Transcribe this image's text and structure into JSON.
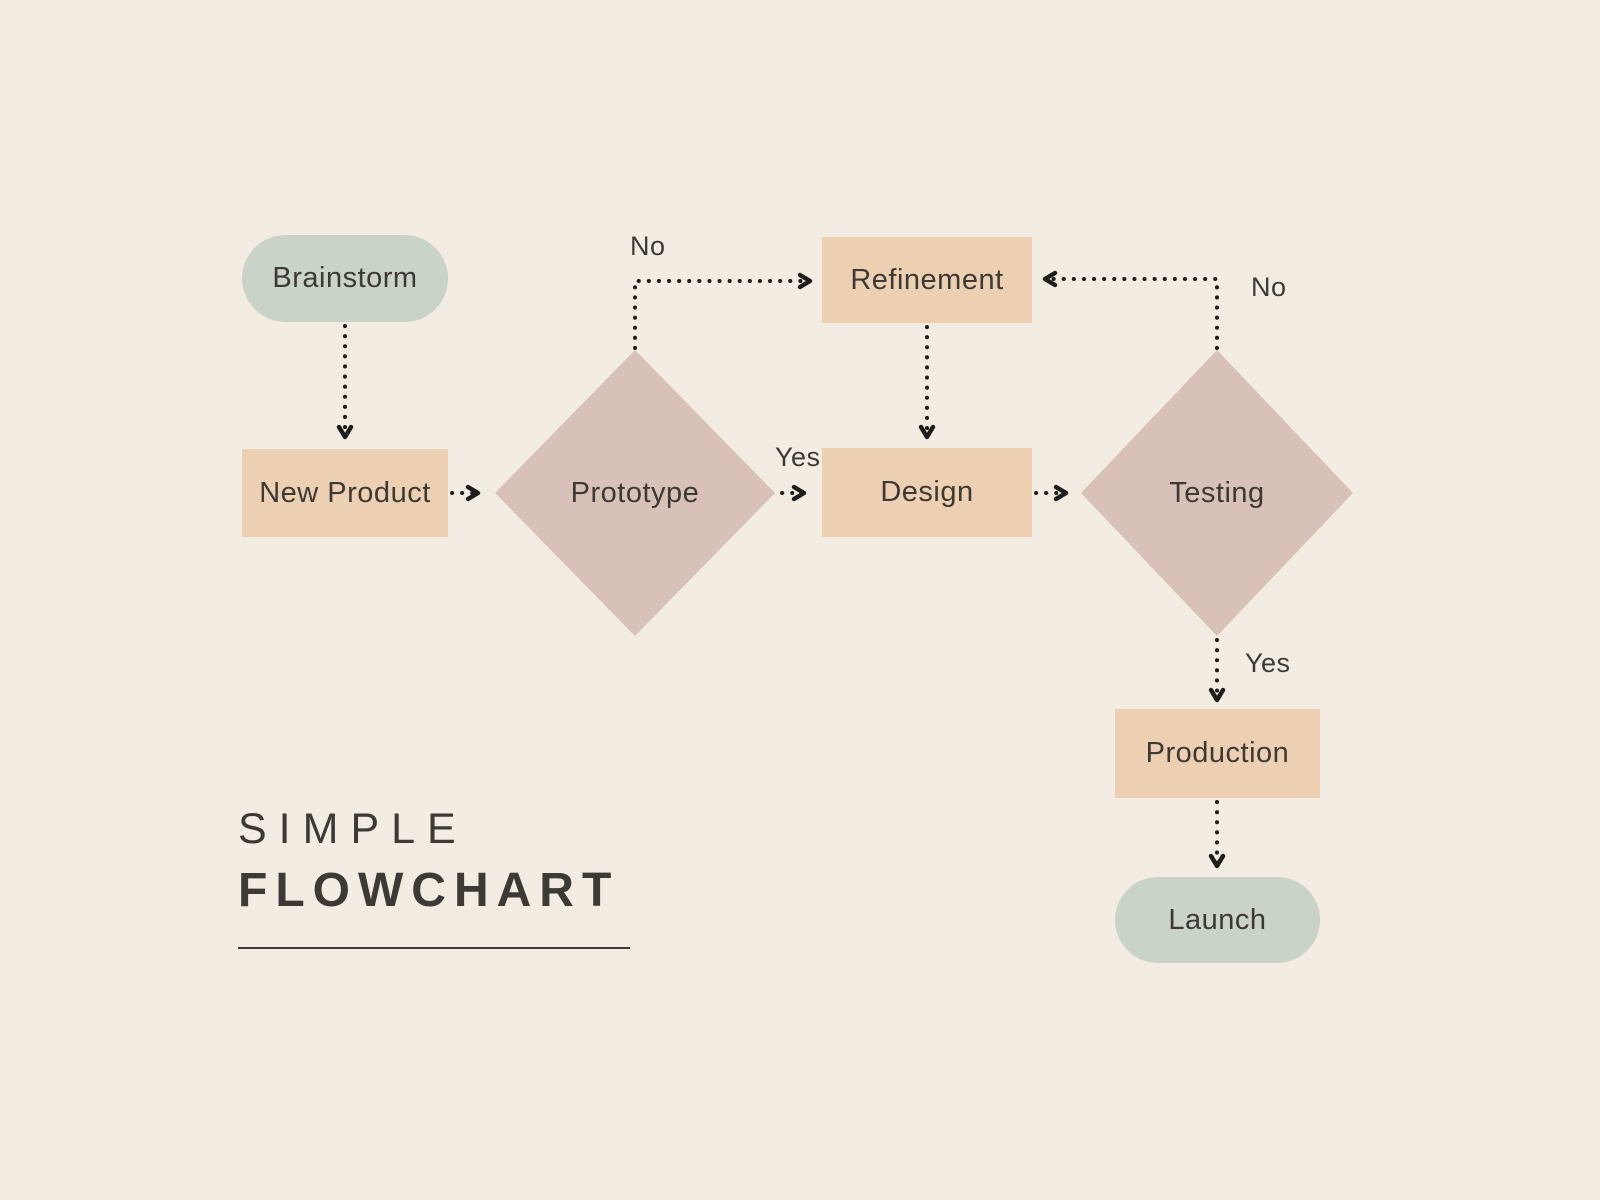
{
  "title": {
    "line1": "SIMPLE",
    "line2": "FLOWCHART"
  },
  "colors": {
    "background": "#f3ece3",
    "terminal": "#c9d3c7",
    "process": "#edcfb1",
    "decision": "#d8c1b8",
    "connector": "#1f1d1a",
    "text": "#3d3935"
  },
  "nodes": [
    {
      "id": "brainstorm",
      "label": "Brainstorm",
      "shape": "pill",
      "role": "start"
    },
    {
      "id": "new-product",
      "label": "New Product",
      "shape": "rect",
      "role": "process"
    },
    {
      "id": "prototype",
      "label": "Prototype",
      "shape": "diamond",
      "role": "decision"
    },
    {
      "id": "refinement",
      "label": "Refinement",
      "shape": "rect",
      "role": "process"
    },
    {
      "id": "design",
      "label": "Design",
      "shape": "rect",
      "role": "process"
    },
    {
      "id": "testing",
      "label": "Testing",
      "shape": "diamond",
      "role": "decision"
    },
    {
      "id": "production",
      "label": "Production",
      "shape": "rect",
      "role": "process"
    },
    {
      "id": "launch",
      "label": "Launch",
      "shape": "pill",
      "role": "end"
    }
  ],
  "edges": [
    {
      "from": "brainstorm",
      "to": "new-product",
      "label": ""
    },
    {
      "from": "new-product",
      "to": "prototype",
      "label": ""
    },
    {
      "from": "prototype",
      "to": "refinement",
      "label": "No"
    },
    {
      "from": "prototype",
      "to": "design",
      "label": "Yes"
    },
    {
      "from": "refinement",
      "to": "design",
      "label": ""
    },
    {
      "from": "design",
      "to": "testing",
      "label": ""
    },
    {
      "from": "testing",
      "to": "refinement",
      "label": "No"
    },
    {
      "from": "testing",
      "to": "production",
      "label": "Yes"
    },
    {
      "from": "production",
      "to": "launch",
      "label": ""
    }
  ]
}
